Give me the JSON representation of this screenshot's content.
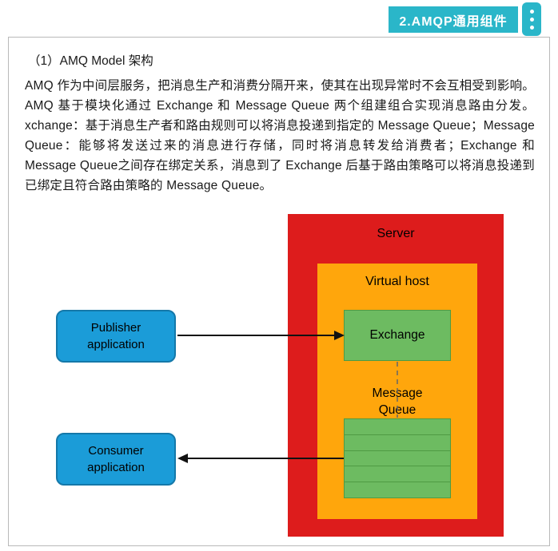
{
  "header": {
    "badge_label": "2.AMQP通用组件"
  },
  "content": {
    "heading": "（1）AMQ Model 架构",
    "paragraph": "AMQ 作为中间层服务，把消息生产和消费分隔开来，使其在出现异常时不会互相受到影响。AMQ 基于模块化通过 Exchange 和 Message Queue 两个组建组合实现消息路由分发。xchange：基于消息生产者和路由规则可以将消息投递到指定的 Message Queue；Message Queue：能够将发送过来的消息进行存储，同时将消息转发给消费者；Exchange 和 Message Queue之间存在绑定关系，消息到了 Exchange 后基于路由策略可以将消息投递到已绑定且符合路由策略的 Message Queue。"
  },
  "diagram": {
    "server": "Server",
    "virtual_host": "Virtual host",
    "exchange": "Exchange",
    "message_queue": "Message Queue",
    "publisher": "Publisher application",
    "consumer": "Consumer application",
    "queue_rows": 5
  },
  "colors": {
    "cyan": "#2ab6c9",
    "red": "#dd1c1c",
    "orange": "#ffa60c",
    "green": "#6dbb61",
    "greenBorder": "#4f9a43",
    "blue": "#1b9cd8",
    "blueBorder": "#1478a9",
    "arrow": "#111111",
    "dash": "#666666"
  }
}
